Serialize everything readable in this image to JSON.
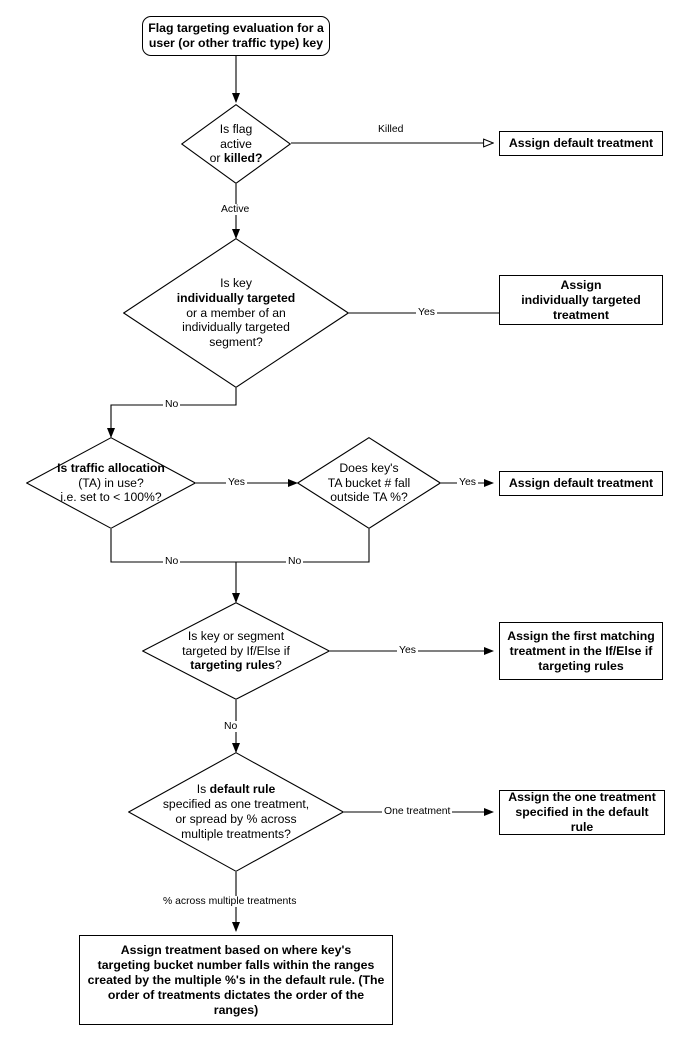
{
  "diagram": {
    "title": "Flag targeting evaluation flowchart",
    "colors": {
      "stroke": "#000000",
      "fill": "#ffffff",
      "text": "#000000"
    },
    "nodes": {
      "start": {
        "shape": "terminator",
        "line1": "Flag targeting evaluation for a",
        "line2": "user (or other traffic type) key"
      },
      "d_flag_state": {
        "shape": "decision",
        "line1": "Is flag",
        "line2": "active",
        "line3_plain": "or ",
        "line3_bold": "killed?"
      },
      "p_assign_default_1": {
        "shape": "process",
        "line1": "Assign default treatment"
      },
      "d_individual": {
        "shape": "decision",
        "line1": "Is key",
        "line2_bold": "individually targeted",
        "line3": "or a member of an",
        "line4": "individually targeted",
        "line5": "segment?"
      },
      "p_assign_individual": {
        "shape": "process",
        "line1": "Assign",
        "line2": "individually targeted",
        "line3": "treatment"
      },
      "d_traffic_alloc": {
        "shape": "decision",
        "line1_bold": "Is traffic allocation",
        "line2": "(TA) in use?",
        "line3": "i.e. set to < 100%?"
      },
      "d_ta_bucket": {
        "shape": "decision",
        "line1": "Does key's",
        "line2": "TA bucket # fall",
        "line3": "outside TA %?"
      },
      "p_assign_default_2": {
        "shape": "process",
        "line1": "Assign default treatment"
      },
      "d_ifelse": {
        "shape": "decision",
        "line1": "Is key or segment",
        "line2": "targeted by If/Else if",
        "line3_bold": "targeting rules",
        "line3_tail": "?"
      },
      "p_assign_ifelse": {
        "shape": "process",
        "line1": "Assign the first matching",
        "line2": "treatment in the If/Else if",
        "line3": "targeting rules"
      },
      "d_default_rule": {
        "shape": "decision",
        "line1_plain": "Is ",
        "line1_bold": "default rule",
        "line2": "specified as one treatment,",
        "line3": "or spread by % across",
        "line4": "multiple treatments?"
      },
      "p_assign_one": {
        "shape": "process",
        "line1": "Assign the one treatment",
        "line2": "specified in the default rule"
      },
      "p_assign_ranges": {
        "shape": "process",
        "line1": "Assign treatment based on where key's",
        "line2": "targeting bucket number falls within the ranges",
        "line3": "created by the multiple %'s in the default rule. (The",
        "line4": "order of treatments dictates the order of the ranges)"
      }
    },
    "edge_labels": {
      "killed": "Killed",
      "active": "Active",
      "yes_individual": "Yes",
      "no_individual": "No",
      "yes_traffic": "Yes",
      "yes_ta_bucket": "Yes",
      "no_traffic": "No",
      "no_ta_bucket": "No",
      "yes_ifelse": "Yes",
      "no_ifelse": "No",
      "one_treatment": "One treatment",
      "pct_across": "% across multiple treatments"
    }
  }
}
